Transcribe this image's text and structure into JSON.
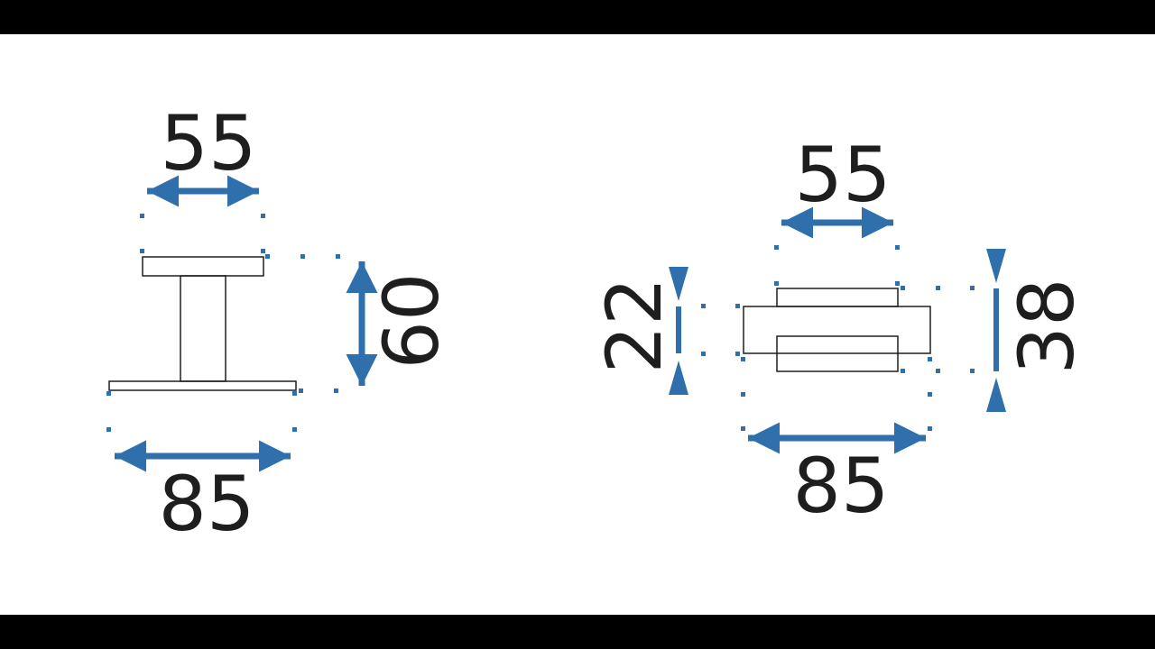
{
  "colors": {
    "background": "#ffffff",
    "frame_bars": "#000000",
    "dimension_accent": "#2e6fac",
    "outline": "#1e1e1e",
    "label_text": "#1e1e1e"
  },
  "front_view": {
    "top_width_label": "55",
    "height_label": "60",
    "base_width_label": "85"
  },
  "side_view": {
    "top_width_label": "55",
    "left_height_label": "22",
    "right_height_label": "38",
    "base_width_label": "85"
  }
}
